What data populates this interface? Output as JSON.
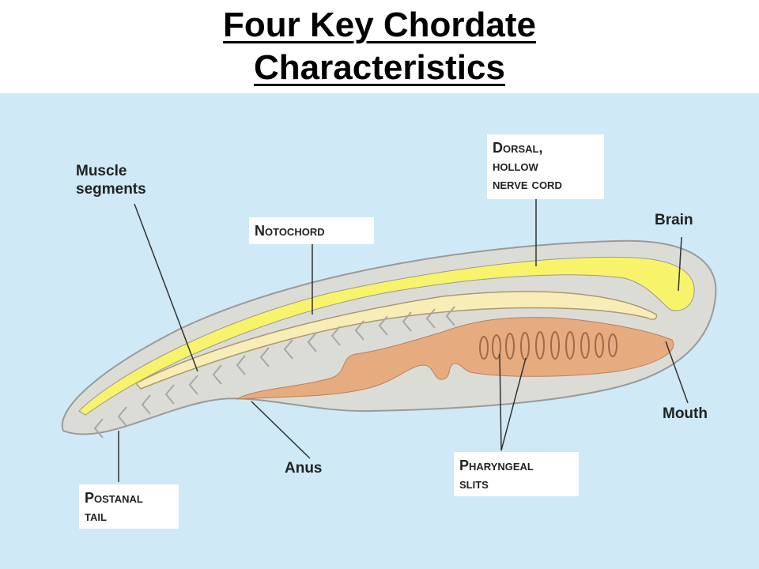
{
  "title": {
    "line1": "Four Key Chordate",
    "line2": "Characteristics"
  },
  "labels": {
    "muscle_segments": "Muscle\nsegments",
    "notochord": "Notochord",
    "dorsal_nerve_cord": "Dorsal,\nhollow\nnerve cord",
    "brain": "Brain",
    "mouth": "Mouth",
    "anus": "Anus",
    "pharyngeal_slits": "Pharyngeal\nslits",
    "postanal_tail": "Postanal\ntail"
  },
  "colors": {
    "background": "#cfe9f6",
    "body": "#dcdcd6",
    "nerve_cord": "#f7f36a",
    "notochord": "#f8edb6",
    "gut": "#e7ab80",
    "line": "#333333"
  }
}
